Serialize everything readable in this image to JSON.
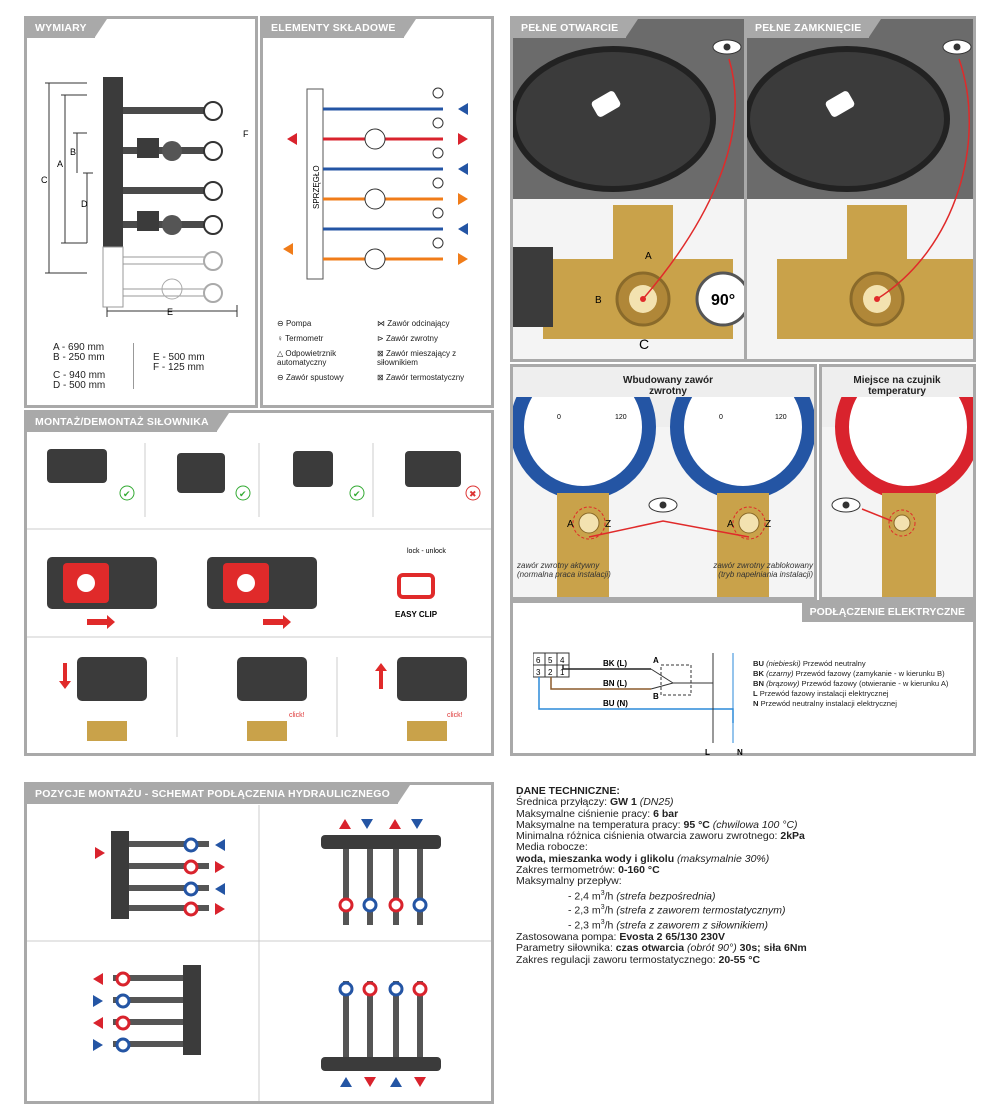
{
  "wymiary": {
    "title": "WYMIARY",
    "dims": [
      "A - 690 mm",
      "B - 250 mm",
      "C - 940 mm",
      "D - 500 mm",
      "E - 500 mm",
      "F - 125 mm"
    ],
    "labels": {
      "A": "A",
      "B": "B",
      "C": "C",
      "D": "D",
      "E": "E",
      "F": "F"
    }
  },
  "elementy": {
    "title": "ELEMENTY SKŁADOWE",
    "coupler": "SPRZĘGŁO",
    "legend": [
      {
        "icon": "pump-icon",
        "label": "Pompa"
      },
      {
        "icon": "shutoff-valve-icon",
        "label": "Zawór odcinający"
      },
      {
        "icon": "thermometer-icon",
        "label": "Termometr"
      },
      {
        "icon": "check-valve-icon",
        "label": "Zawór zwrotny"
      },
      {
        "icon": "air-vent-icon",
        "label": "Odpowietrznik automatyczny"
      },
      {
        "icon": "mixing-valve-icon",
        "label": "Zawór mieszający z siłownikiem"
      },
      {
        "icon": "drain-valve-icon",
        "label": "Zawór spustowy"
      },
      {
        "icon": "thermostatic-valve-icon",
        "label": "Zawór termostatyczny"
      }
    ]
  },
  "montaz": {
    "title": "MONTAŻ/DEMONTAŻ SIŁOWNIKA",
    "lock_unlock": "lock - unlock",
    "easy_clip": "EASY CLIP",
    "click": "click!"
  },
  "otwarcie": {
    "title": "PEŁNE OTWARCIE",
    "angle": "90°",
    "port_a": "A",
    "port_b": "B",
    "port_c": "C"
  },
  "zamkniecie": {
    "title": "PEŁNE ZAMKNIĘCIE"
  },
  "zwrotny": {
    "title": "Wbudowany zawór zwrotny",
    "gauge_min": "0",
    "gauge_max": "120",
    "caption_left": "zawór zwrotny aktywny (normalna praca instalacji)",
    "caption_right": "zawór zwrotny zablokowany (tryb napełniania instalacji)",
    "mark_a": "A",
    "mark_z": "Z"
  },
  "czujnik": {
    "title": "Miejsce na czujnik temperatury"
  },
  "elektryczne": {
    "title": "PODŁĄCZENIE ELEKTRYCZNE",
    "terminals_top": [
      "6",
      "5",
      "4"
    ],
    "terminals_bottom": [
      "3",
      "2",
      "1"
    ],
    "wires": [
      "BK (L)",
      "BN (L)",
      "BU (N)"
    ],
    "ab": [
      "A",
      "B"
    ],
    "ln": [
      "L",
      "N"
    ],
    "legend": [
      {
        "code": "BU",
        "desc1": "(niebieski)",
        "desc2": " Przewód neutralny"
      },
      {
        "code": "BK",
        "desc1": "(czarny)",
        "desc2": " Przewód fazowy (zamykanie - w kierunku B)"
      },
      {
        "code": "BN",
        "desc1": "(brązowy)",
        "desc2": " Przewód fazowy (otwieranie - w kierunku A)"
      },
      {
        "code": "L",
        "desc1": "",
        "desc2": " Przewód fazowy instalacji elektrycznej"
      },
      {
        "code": "N",
        "desc1": "",
        "desc2": " Przewód neutralny instalacji elektrycznej"
      }
    ]
  },
  "pozycje": {
    "title": "POZYCJE MONTAŻU - SCHEMAT PODŁĄCZENIA HYDRAULICZNEGO"
  },
  "dane": {
    "title": "DANE TECHNICZNE:",
    "l1a": "Średnica przyłączy: ",
    "l1b": "GW 1",
    "l1c": " (DN25)",
    "l2a": "Maksymalne ciśnienie pracy: ",
    "l2b": "6 bar",
    "l3a": "Maksymalne na temperatura pracy: ",
    "l3b": "95 °C",
    "l3c": " (chwilowa 100 °C)",
    "l4a": "Minimalna różnica ciśnienia otwarcia zaworu zwrotnego: ",
    "l4b": "2kPa",
    "l5": "Media robocze:",
    "l6a": "woda, mieszanka wody i glikolu",
    "l6b": " (maksymalnie 30%)",
    "l7a": "Zakres termometrów: ",
    "l7b": "0-160 °C",
    "l8": "Maksymalny przepływ:",
    "f1a": "- 2,4 m",
    "f1b": "3",
    "f1c": "/h",
    "f1d": " (strefa bezpośrednia)",
    "f2a": "- 2,3 m",
    "f2b": "3",
    "f2c": "/h",
    "f2d": " (strefa z zaworem termostatycznym)",
    "f3a": "- 2,3 m",
    "f3b": "3",
    "f3c": "/h",
    "f3d": " (strefa z zaworem z siłownikiem)",
    "l9a": "Zastosowana pompa: ",
    "l9b": "Evosta 2 65/130 230V",
    "l10a": "Parametry siłownika: ",
    "l10b": "czas otwarcia",
    "l10c": " (obrót 90°) ",
    "l10d": "30s;  siła 6Nm",
    "l11a": "Zakres regulacji zaworu termostatycznego: ",
    "l11b": "20-55 °C"
  }
}
